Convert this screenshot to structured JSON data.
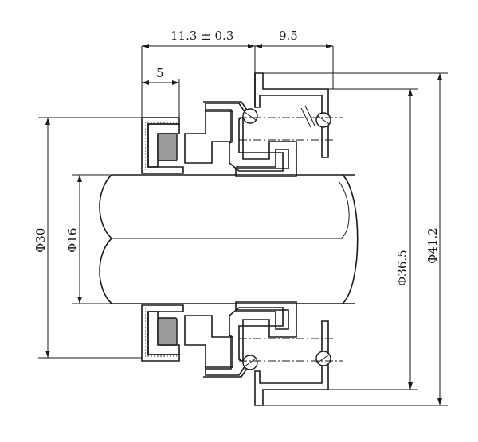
{
  "dimensions": {
    "length_main": "11.3 ± 0.3",
    "length_spring": "9.5",
    "length_ring": "5",
    "dia_outer_seat": "Φ30",
    "dia_shaft": "Φ16",
    "dia_inner_spring": "Φ36.5",
    "dia_outer_total": "Φ41.2"
  },
  "colors": {
    "line": "#1a1a1a",
    "rubber_fill": "#e0a91a",
    "stationary_ring": "#9a9a9a",
    "housing_gray": "#cfcfcf"
  }
}
